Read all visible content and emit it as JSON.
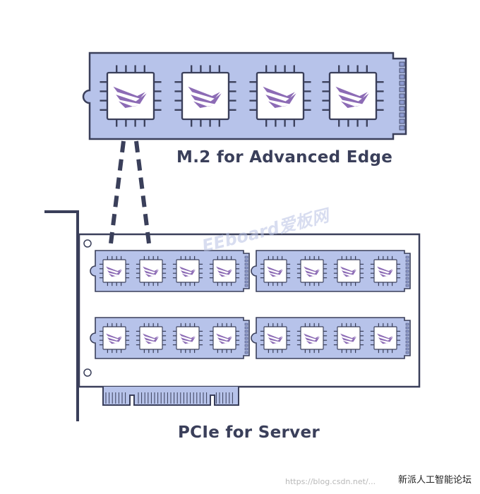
{
  "labels": {
    "m2": "M.2 for  Advanced Edge",
    "pcie": "PCIe for Server"
  },
  "watermarks": {
    "eeboard": "EEboard爱板网",
    "csdn": "https://blog.csdn.net/...",
    "forum": "新派人工智能论坛"
  },
  "colors": {
    "card_fill": "#b7c3ea",
    "card_stroke": "#3a3f5a",
    "chip_fill": "#ffffff",
    "logo": "#8c6bb5",
    "text": "#3a3f5a"
  },
  "m2_card": {
    "chip_count": 4
  },
  "pcie_card": {
    "module_count": 4,
    "chips_per_module": 4
  }
}
